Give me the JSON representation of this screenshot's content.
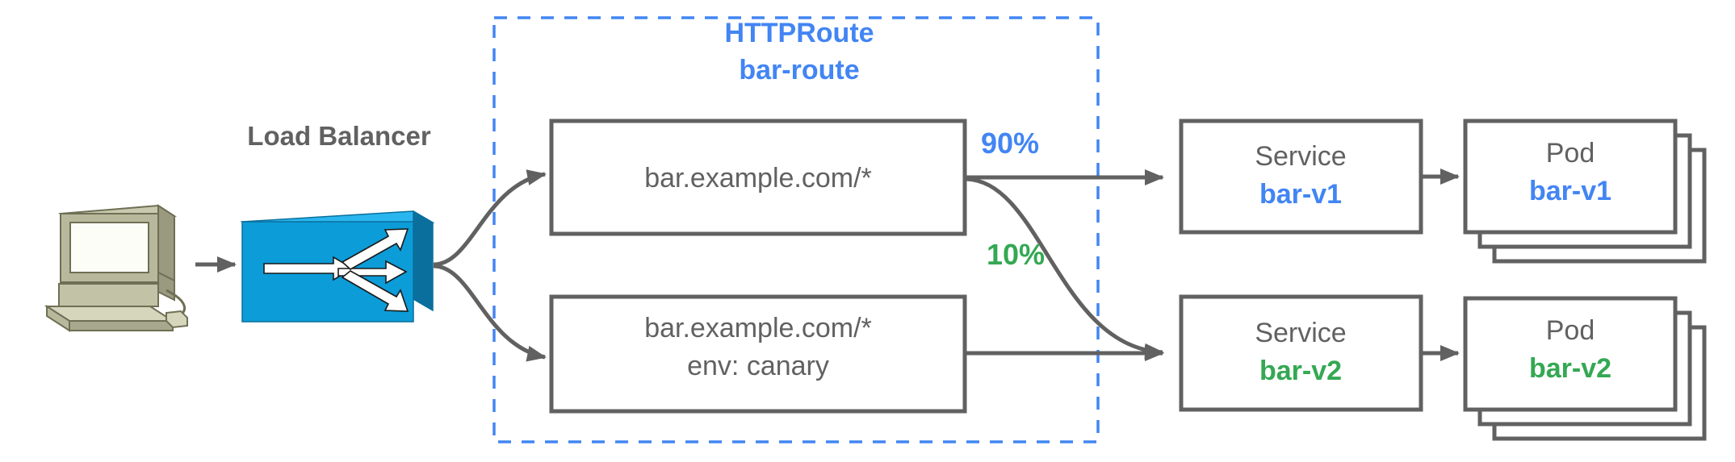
{
  "diagram": {
    "title": "HTTPRoute traffic splitting canary diagram",
    "colors": {
      "gray": "#616161",
      "blue": "#4285F4",
      "green": "#34A853",
      "lb_front": "#0c9cd8",
      "lb_top": "#29b6ef",
      "lb_side": "#0a6f9c",
      "computer_body": "#a8a88c",
      "computer_light": "#c9c9ae",
      "computer_dark": "#8f8f73",
      "white": "#ffffff"
    },
    "client": {
      "icon_name": "desktop-computer-icon",
      "label": ""
    },
    "load_balancer": {
      "label": "Load Balancer",
      "icon_name": "load-balancer-switch-icon"
    },
    "httproute": {
      "kind_label": "HTTPRoute",
      "name_label": "bar-route"
    },
    "rules": [
      {
        "id": "rule-primary",
        "lines": [
          "bar.example.com/*"
        ]
      },
      {
        "id": "rule-canary",
        "lines": [
          "bar.example.com/*",
          "env: canary"
        ]
      }
    ],
    "weights": [
      {
        "id": "weight-90",
        "label": "90%",
        "color": "#4285F4"
      },
      {
        "id": "weight-10",
        "label": "10%",
        "color": "#34A853"
      }
    ],
    "backends": [
      {
        "id": "backend-v1",
        "service_kind": "Service",
        "service_name": "bar-v1",
        "service_color": "#4285F4",
        "pod_kind": "Pod",
        "pod_name": "bar-v1",
        "pod_color": "#4285F4",
        "pod_replicas": 3
      },
      {
        "id": "backend-v2",
        "service_kind": "Service",
        "service_name": "bar-v2",
        "service_color": "#34A853",
        "pod_kind": "Pod",
        "pod_name": "bar-v2",
        "pod_color": "#34A853",
        "pod_replicas": 3
      }
    ]
  }
}
